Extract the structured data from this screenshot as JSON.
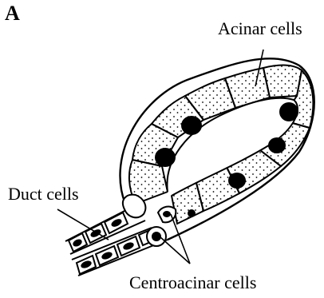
{
  "panel_letter": "A",
  "labels": {
    "acinar": "Acinar cells",
    "duct": "Duct cells",
    "centroacinar": "Centroacinar cells"
  },
  "colors": {
    "ink": "#000000",
    "paper": "#ffffff"
  }
}
